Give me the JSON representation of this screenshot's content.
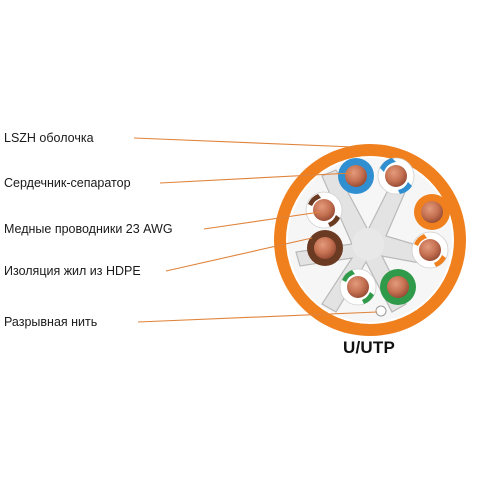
{
  "labels": [
    {
      "id": "jacket",
      "text": "LSZH оболочка"
    },
    {
      "id": "separator",
      "text": "Сердечник-сепаратор"
    },
    {
      "id": "conductors",
      "text": "Медные проводники 23 AWG"
    },
    {
      "id": "insulation",
      "text": "Изоляция жил из HDPE"
    },
    {
      "id": "ripcord",
      "text": "Разрывная нить"
    }
  ],
  "caption": "U/UTP",
  "colors": {
    "jacket": "#f0801e",
    "separator": "#e2e2e2",
    "copper": "#c07050",
    "leader": "#e0833a",
    "pair_blue": "#2f8fd0",
    "pair_orange": "#f0801e",
    "pair_green": "#2e9a4a",
    "pair_brown": "#6b3a22"
  }
}
